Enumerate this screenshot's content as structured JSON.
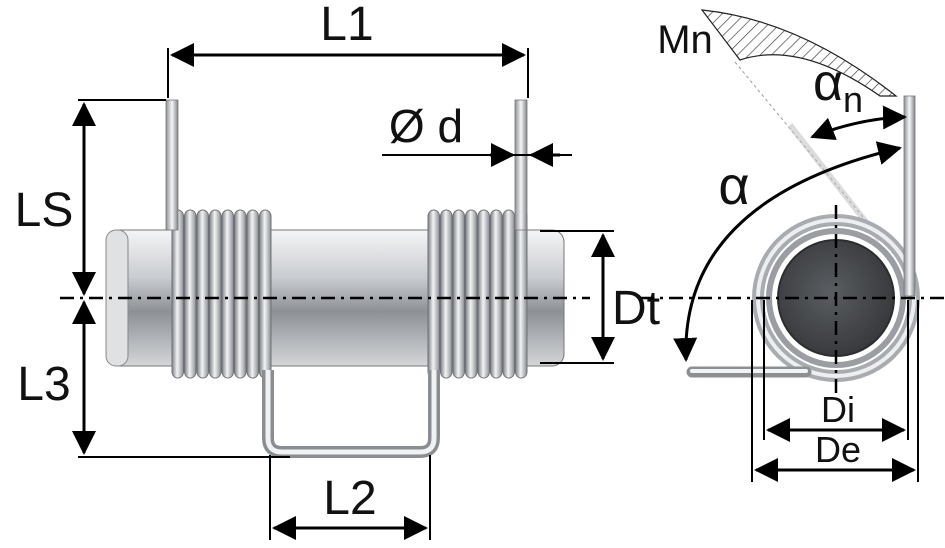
{
  "labels": {
    "L1": "L1",
    "d": "Ø d",
    "LS": "LS",
    "Dt": "Dt",
    "L3": "L3",
    "L2": "L2",
    "Mn": "Mn",
    "alpha_n_base": "α",
    "alpha_n_sub": "n",
    "alpha": "α",
    "Di": "Di",
    "De": "De"
  },
  "colors": {
    "line": "#000000",
    "steel_light": "#e8eaec",
    "steel_mid": "#b4b8bc",
    "steel_dark": "#6c7075",
    "shaft_end": "#4a4d51",
    "hatch": "#333333"
  }
}
